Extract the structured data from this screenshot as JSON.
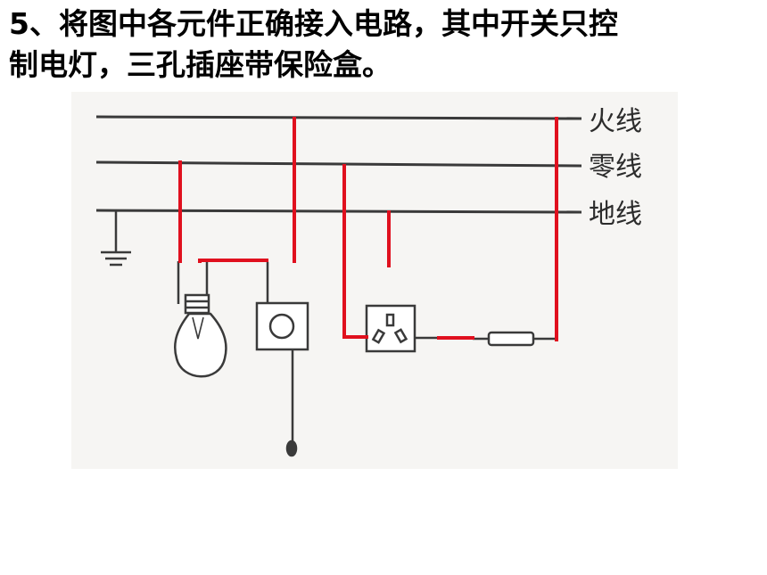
{
  "question": {
    "line1": "5、将图中各元件正确接入电路，其中开关只控",
    "line2": "制电灯，三孔插座带保险盒。"
  },
  "diagram": {
    "rails": [
      {
        "id": "live",
        "label": "火线"
      },
      {
        "id": "neutral",
        "label": "零线"
      },
      {
        "id": "ground",
        "label": "地线"
      }
    ],
    "components": [
      "light-bulb",
      "pull-switch",
      "three-hole-socket",
      "fuse-box",
      "ground-symbol"
    ],
    "colors": {
      "pre_drawn_wire": "#3a3a3a",
      "answer_wire": "#e0101e",
      "background_paper": "#f6f5f3"
    }
  }
}
